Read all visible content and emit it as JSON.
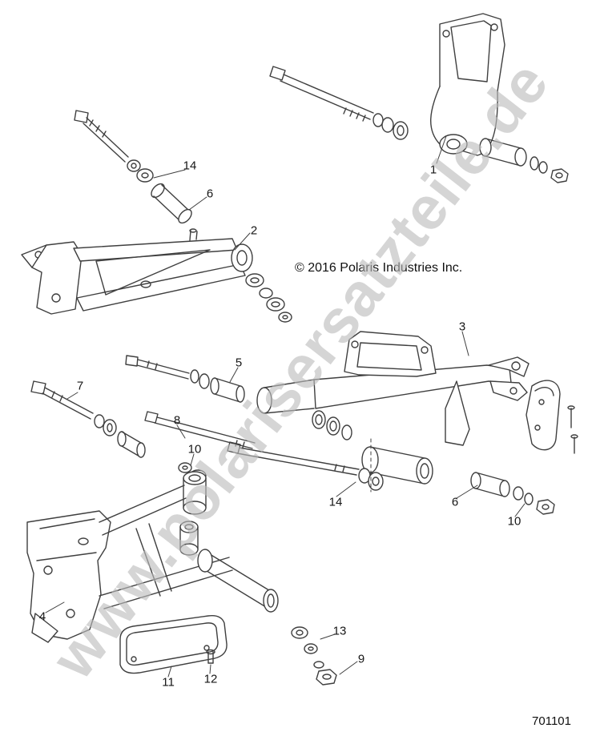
{
  "diagram": {
    "watermark": "www.polarisersatzteile.de",
    "copyright": "© 2016 Polaris Industries Inc.",
    "diagram_number": "701101",
    "colors": {
      "line": "#3f3f3f",
      "watermark": "#bcbcbc",
      "background": "#ffffff"
    },
    "callouts": [
      "1",
      "14",
      "6",
      "2",
      "3",
      "5",
      "7",
      "8",
      "10",
      "14",
      "6",
      "10",
      "4",
      "13",
      "11",
      "12",
      "9"
    ]
  }
}
